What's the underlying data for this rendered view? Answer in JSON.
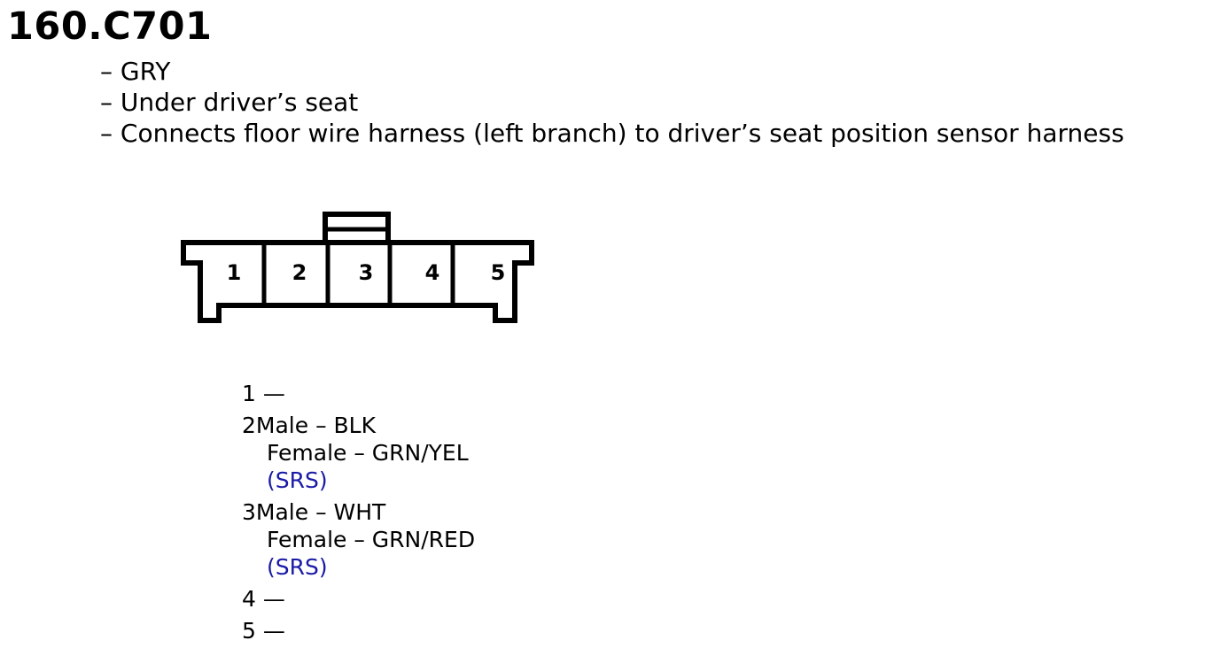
{
  "title": "160.C701",
  "description": [
    "– GRY",
    "– Under driver’s seat",
    "– Connects floor wire harness (left branch) to driver’s seat position sensor harness"
  ],
  "connector": {
    "terminals": [
      "1",
      "2",
      "3",
      "4",
      "5"
    ]
  },
  "pins": {
    "p1": "1 —",
    "p2_male": "2Male – BLK",
    "p2_female": "Female – GRN/YEL",
    "p2_note": "(SRS)",
    "p3_male": "3Male – WHT",
    "p3_female": "Female – GRN/RED",
    "p3_note": "(SRS)",
    "p4": "4 —",
    "p5": "5 —"
  },
  "colors": {
    "text": "#000000",
    "srs_note": "#1a1aa6",
    "background": "#ffffff"
  }
}
